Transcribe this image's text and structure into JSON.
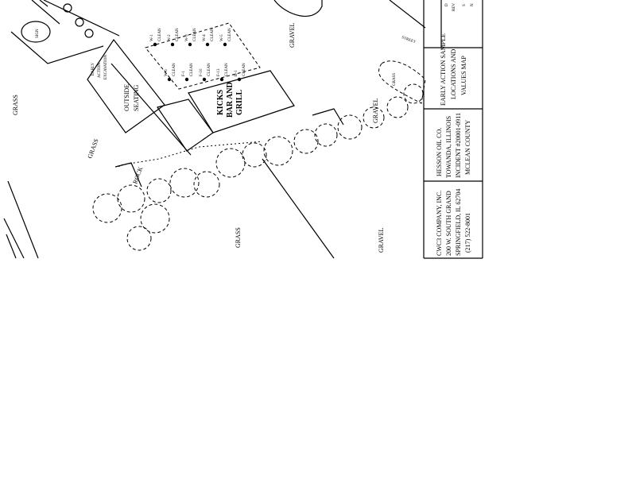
{
  "map": {
    "labels": {
      "sign": "SIGN",
      "grass_left": "GRASS",
      "grass_mid": "GRASS",
      "grass_bottom": "GRASS",
      "grass_oval": "GRASS",
      "rock": "ROCK",
      "gravel_top": "GRAVEL",
      "gravel_mid": "GRAVEL",
      "gravel_bottom": "GRAVEL",
      "street": "STREET",
      "outside_seating": [
        "OUTSIDE",
        "SEATING"
      ],
      "kicks": [
        "KICKS",
        "BAR AND",
        "GRILL"
      ],
      "excavation": [
        "EARLY",
        "ACTION",
        "EXCAVATION"
      ]
    },
    "samples": [
      {
        "id": "W-1",
        "result": "CLEAN"
      },
      {
        "id": "W-2",
        "result": "CLEAN"
      },
      {
        "id": "W-3",
        "result": "CLEAN"
      },
      {
        "id": "W-4",
        "result": "CLEAN"
      },
      {
        "id": "W-5",
        "result": "CLEAN"
      },
      {
        "id": "W-6",
        "result": "CLEAN"
      },
      {
        "id": "F-1",
        "result": "CLEAN"
      },
      {
        "id": "F-10",
        "result": "CLEAN"
      },
      {
        "id": "F-13",
        "result": "CLEAN"
      },
      {
        "id": "B-1",
        "result": "CLEAN"
      }
    ]
  },
  "title_block": {
    "company": [
      "CWC3 COMPANY, INC.",
      "200 W. SOUTH GRAND",
      "SPRINGFIELD, IL 62704",
      "(217) 522-8001"
    ],
    "site": [
      "HESSON OIL CO.",
      "TOWANDA, ILLINOIS",
      "INCIDENT #20001-0911",
      "MCLEAN COUNTY"
    ],
    "title": [
      "EARLY ACTION SAMPLE",
      "LOCATIONS AND",
      "VALUES MAP"
    ],
    "partial": [
      "D",
      "REV",
      "S",
      "N"
    ]
  }
}
